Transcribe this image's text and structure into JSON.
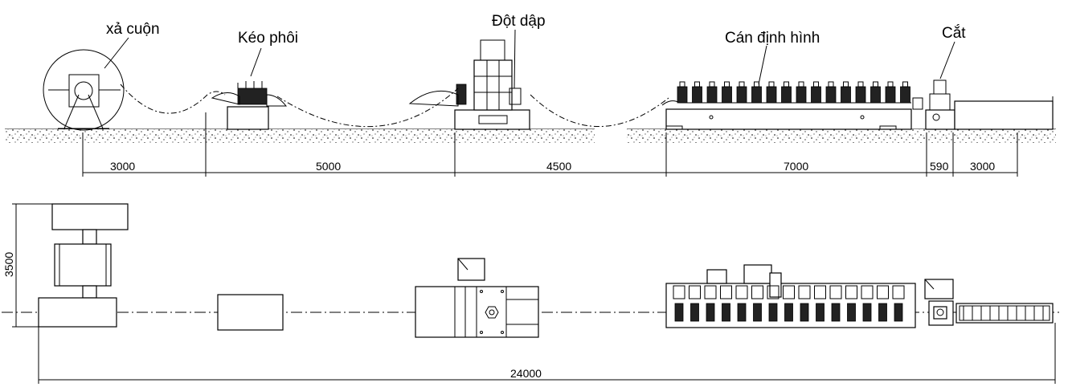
{
  "stations": {
    "uncoiler": "xả cuộn",
    "feeder": "Kéo phôi",
    "punching": "Đột dập",
    "roll_forming": "Cán định hình",
    "cutting": "Cắt"
  },
  "dimensions": {
    "d1": "3000",
    "d2": "5000",
    "d3": "4500",
    "d4": "7000",
    "d5": "590",
    "d6": "3000",
    "width": "3500",
    "total": "24000"
  }
}
